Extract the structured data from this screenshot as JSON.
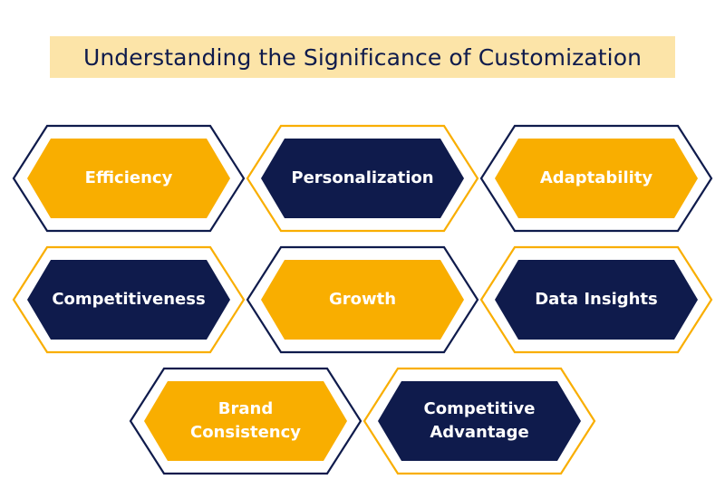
{
  "title": "Understanding the Significance of Customization",
  "colors": {
    "navy": "#0F1B4C",
    "gold": "#F9AE00",
    "title_bg": "#FCE4A8",
    "text_on_shape": "#FFFFFF"
  },
  "items": [
    {
      "label": "Efficiency",
      "fill": "gold",
      "outline": "navy"
    },
    {
      "label": "Personalization",
      "fill": "navy",
      "outline": "gold"
    },
    {
      "label": "Adaptability",
      "fill": "gold",
      "outline": "navy"
    },
    {
      "label": "Competitiveness",
      "fill": "navy",
      "outline": "gold"
    },
    {
      "label": "Growth",
      "fill": "gold",
      "outline": "navy"
    },
    {
      "label": "Data Insights",
      "fill": "navy",
      "outline": "gold"
    },
    {
      "label": "Brand\nConsistency",
      "fill": "gold",
      "outline": "navy"
    },
    {
      "label": "Competitive\nAdvantage",
      "fill": "navy",
      "outline": "gold"
    }
  ]
}
